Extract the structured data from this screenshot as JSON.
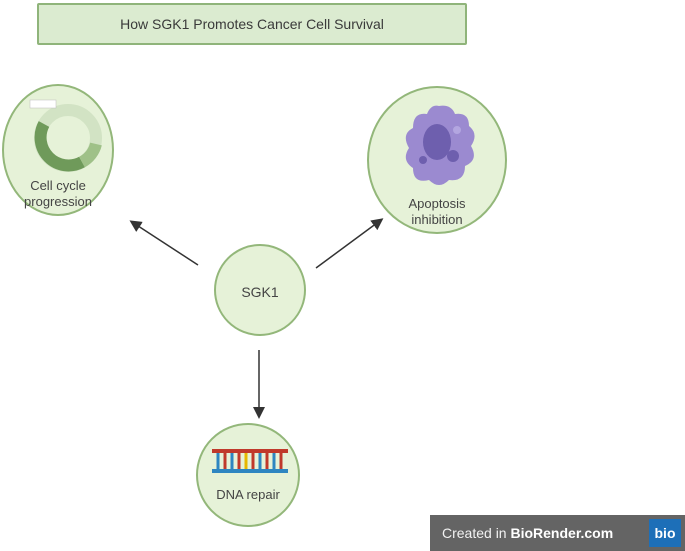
{
  "title": "How SGK1 Promotes Cancer Cell Survival",
  "nodes": {
    "center": {
      "label": "SGK1"
    },
    "cell_cycle": {
      "line1": "Cell cycle",
      "line2": "progression"
    },
    "apoptosis": {
      "line1": "Apoptosis",
      "line2": "inhibition"
    },
    "dna_repair": {
      "label": "DNA repair"
    }
  },
  "watermark": {
    "prefix": "Created in ",
    "brand": "BioRender.com",
    "logo": "bio"
  },
  "icons": {
    "cell_cycle": "cell-cycle-ring-icon",
    "apoptosis": "apoptotic-cell-icon",
    "dna": "dna-double-helix-icon"
  },
  "colors": {
    "node_fill": "#e6f2d8",
    "node_border": "#93b77a",
    "title_fill": "#dbebd0"
  }
}
